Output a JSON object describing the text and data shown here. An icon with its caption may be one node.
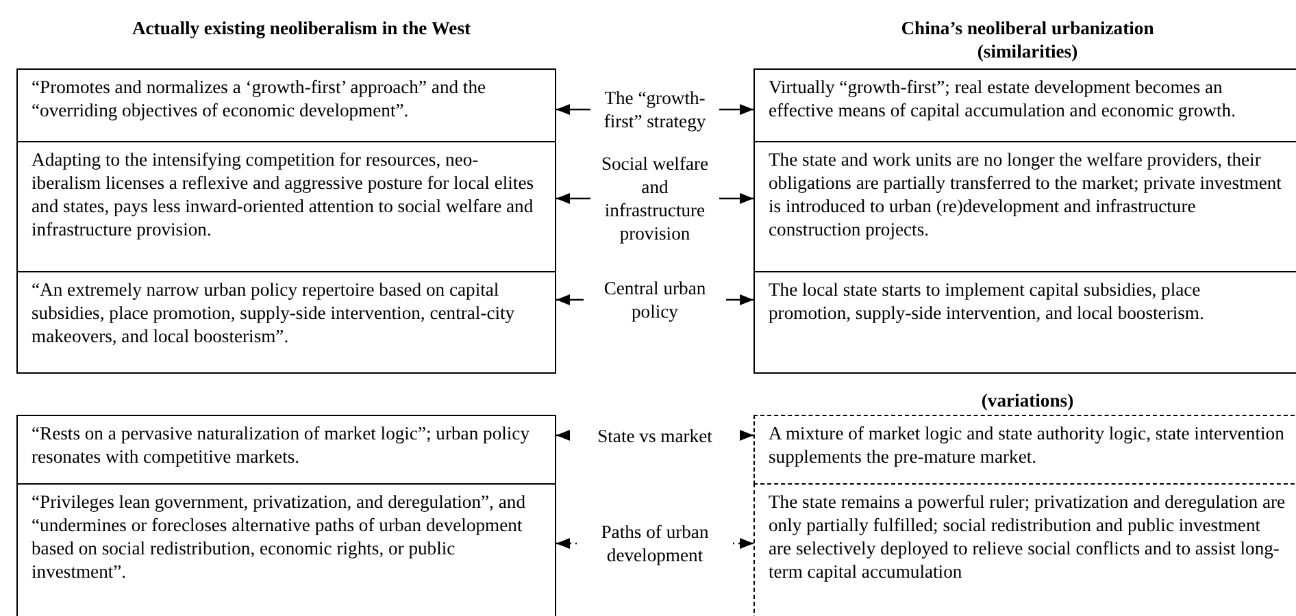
{
  "diagram": {
    "nodes": [
      {
        "text": [
          "“Promotes and normalizes a ‘growth-first’ approach” and the “overriding objectives of economic development”."
        ]
      },
      {
        "text": [
          "Virtually “growth-first”; real estate development becomes an effective means of capital accumulation and economic growth."
        ]
      },
      {
        "text": [
          "Adapting to the intensifying competition for resources, neo-iberalism licenses a reflexive and aggressive posture for local elites and states, pays less inward-oriented attention to social welfare and infrastructure provision."
        ]
      },
      {
        "text": [
          "The state and work units are no longer the welfare providers, their obligations are partially transferred to the market; private investment is introduced to urban (re)development and infrastructure construction projects."
        ]
      },
      {
        "text": [
          "“An extremely narrow urban policy repertoire based on capital subsidies, place promotion, supply-side intervention, central-city makeovers, and local boosterism”."
        ]
      },
      {
        "text": [
          "The local state starts to implement capital subsidies, place promotion, supply-side intervention, and local boosterism."
        ]
      },
      {
        "text": [
          "“Rests on a pervasive naturalization of market logic”; urban policy resonates with competitive markets."
        ]
      },
      {
        "text": [
          "A mixture of market logic and state authority logic, state intervention supplements the pre-mature market."
        ]
      },
      {
        "text": [
          "“Privileges lean government, privatization, and deregulation”, and “undermines or forecloses alternative paths of urban development based on social redistribution, economic rights, or public investment”."
        ]
      },
      {
        "text": [
          "The state remains a powerful ruler; privatization and deregulation are only partially fulfilled; social redistribution and public investment are selectively deployed to relieve social conflicts and to assist long-term capital accumulation"
        ]
      }
    ],
    "edges": [
      {
        "from": 0,
        "to": 1,
        "arrow": "both",
        "label": "The “growth-first” strategy"
      },
      {
        "from": 2,
        "to": 3,
        "arrow": "both",
        "label": "Social welfare and infrastructure provision"
      },
      {
        "from": 4,
        "to": 5,
        "arrow": "both",
        "label": "Central urban policy"
      },
      {
        "from": 6,
        "to": 7,
        "arrow": "both",
        "label": "State vs market",
        "style": "dashed"
      },
      {
        "from": 8,
        "to": 9,
        "arrow": "both",
        "label": "Paths of urban development",
        "style": "dashed"
      }
    ],
    "labels": [
      "Actually existing neoliberalism in the West",
      "China’s neoliberal urbanization",
      "(similarities)",
      "(variations)"
    ]
  }
}
